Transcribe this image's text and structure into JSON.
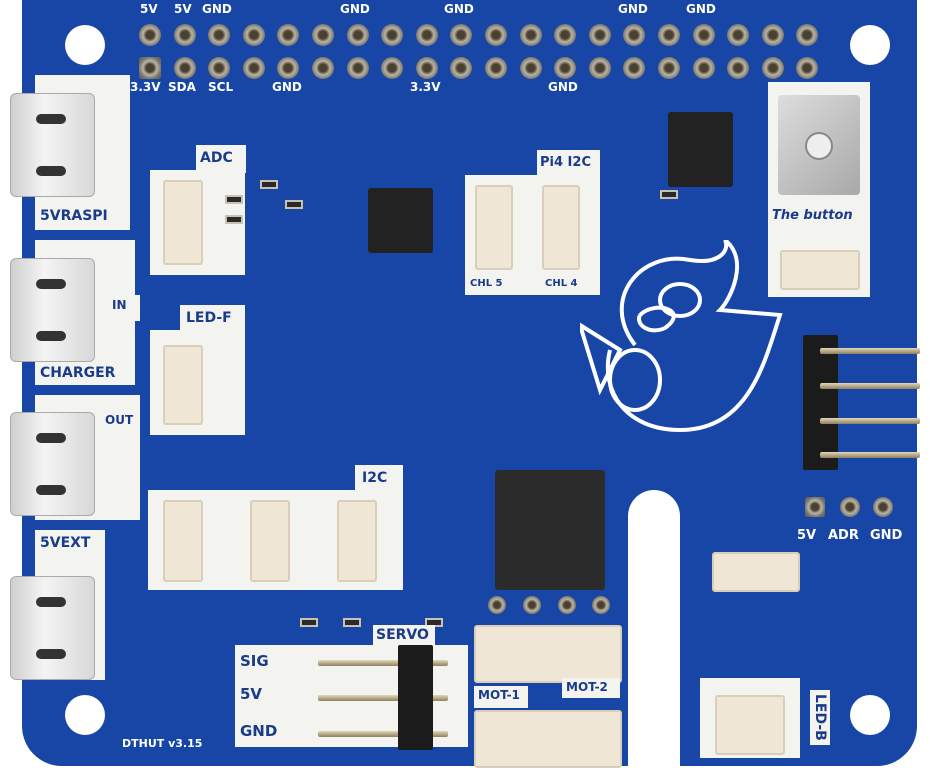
{
  "board": {
    "version_label": "DTHUT v3.15",
    "color": "#1846a6",
    "gpio_top_labels": [
      "5V",
      "5V",
      "GND",
      "GND",
      "GND",
      "GND",
      "GND"
    ],
    "gpio_bottom_labels": [
      "3.3V",
      "SDA",
      "SCL",
      "GND",
      "3.3V",
      "GND"
    ],
    "ports": {
      "usb_1": "5VRASPI",
      "usb_2_in": "IN",
      "usb_2": "CHARGER",
      "usb_3_out": "OUT",
      "usb_4": "5VEXT"
    },
    "connectors": {
      "adc": "ADC",
      "led_f": "LED-F",
      "i2c": "I2C",
      "pi4_i2c": "Pi4 I2C",
      "chl5": "CHL 5",
      "chl4": "CHL 4",
      "button": "The button",
      "led_b": "LED-B",
      "mot1": "MOT-1",
      "mot2": "MOT-2",
      "servo": "SERVO"
    },
    "servo_pins": [
      "SIG",
      "5V",
      "GND"
    ],
    "addr_pins": [
      "5V",
      "ADR",
      "GND"
    ]
  }
}
